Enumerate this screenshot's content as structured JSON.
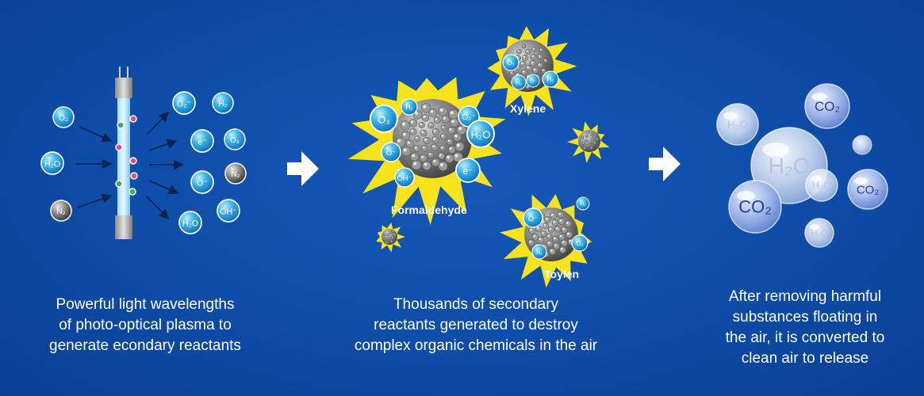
{
  "colors": {
    "background": "#0d4aa8",
    "text": "#ffffff",
    "burst": "#f7e21b",
    "molecule": "#3cb6e8"
  },
  "icons": [
    "uv-lamp-icon",
    "arrow-right-icon",
    "starburst-icon",
    "bubble-icon"
  ],
  "panel1": {
    "inputs": [
      "O₂",
      "H₂O",
      "N₂"
    ],
    "outputs": [
      "O₂⁻",
      "H₂",
      "e⁻",
      "O₃",
      "O⁻",
      "N₂",
      "H₂O",
      "OH⁻"
    ],
    "caption": [
      "Powerful light wavelengths",
      "of photo-optical plasma to",
      "generate econdary reactants"
    ]
  },
  "panel2": {
    "labels": {
      "xylene": "Xylene",
      "formaldehyde": "Formaldehyde",
      "toylen": "Toylen"
    },
    "big_particle": [
      "O₃",
      "H₂",
      "O₂⁻",
      "H₂O",
      "O⁻",
      "e⁻",
      "OH⁻"
    ],
    "xylene_particle": [
      "O₃",
      "H₂",
      "O⁻",
      "H₂"
    ],
    "toylen_particle": [
      "O⁻",
      "H₂",
      "O₃",
      "H₂"
    ],
    "caption": [
      "Thousands of secondary",
      "reactants generated to destroy",
      "complex organic chemicals in the air"
    ]
  },
  "panel3": {
    "bubbles": [
      "H₂O",
      "CO₂",
      "H₂O",
      "H₂O",
      "CO₂",
      "CO₂",
      "H₂O"
    ],
    "caption": [
      "After removing harmful",
      "substances floating in",
      "the air, it is converted to",
      "clean air to release"
    ]
  }
}
